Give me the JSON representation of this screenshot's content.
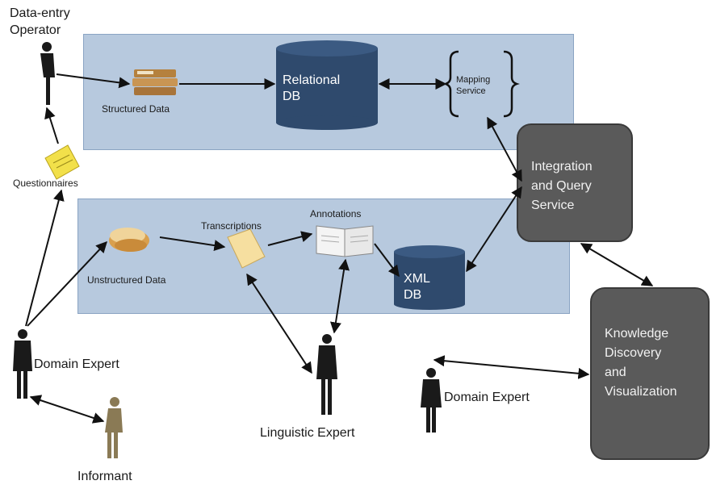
{
  "labels": {
    "data_entry_operator": "Data-entry\nOperator",
    "structured_data": "Structured Data",
    "relational_db": "Relational\nDB",
    "mapping_service": "Mapping\nService",
    "questionnaires": "Questionnaires",
    "integration_query": "Integration\nand Query\nService",
    "transcriptions": "Transcriptions",
    "annotations": "Annotations",
    "unstructured_data": "Unstructured Data",
    "xml_db": "XML\nDB",
    "knowledge_discovery": "Knowledge\nDiscovery\nand\nVisualization",
    "domain_expert_left": "Domain Expert",
    "domain_expert_right": "Domain Expert",
    "linguistic_expert": "Linguistic Expert",
    "informant": "Informant"
  },
  "colors": {
    "panel": "#b7c9de",
    "db": "#2f4a6d",
    "service_box": "#5a5a5a"
  }
}
